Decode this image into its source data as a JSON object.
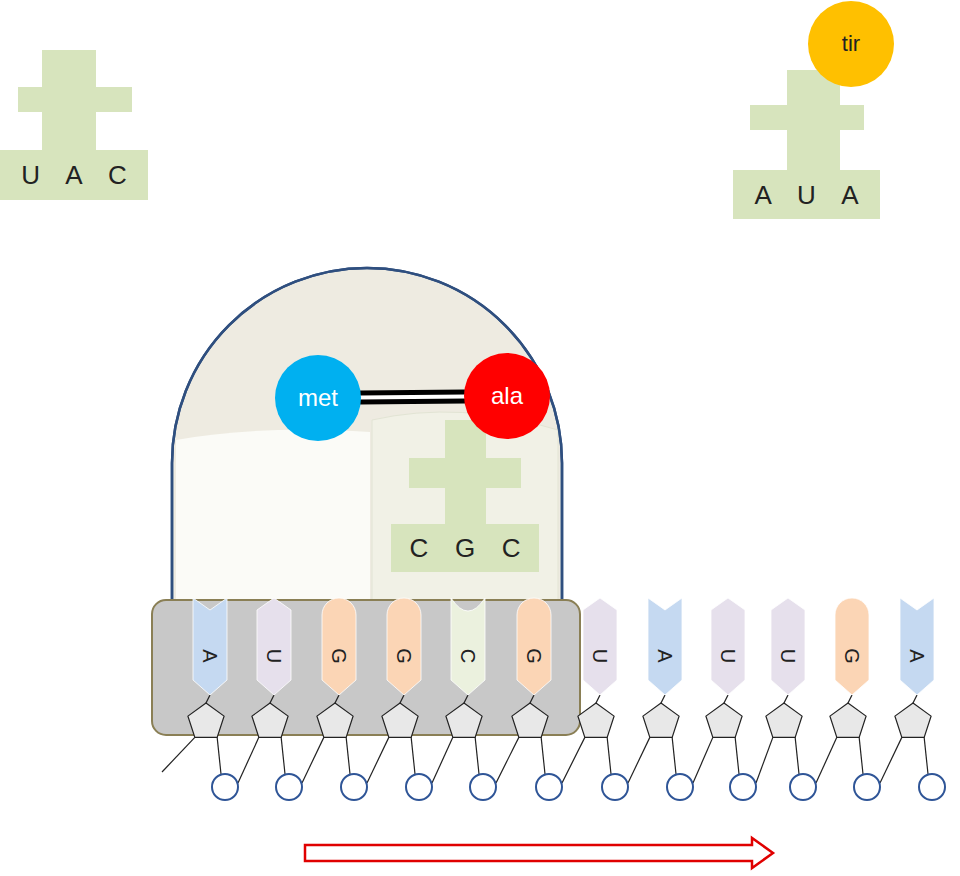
{
  "diagram": {
    "nodes": [
      {
        "text": [
          "U A C"
        ]
      },
      {
        "text": [
          "tir"
        ]
      },
      {
        "text": [
          "A U A"
        ]
      },
      {
        "text": [
          "met"
        ]
      },
      {
        "text": [
          "ala"
        ]
      },
      {
        "text": [
          "C G C"
        ]
      },
      {
        "text": [
          "A"
        ]
      },
      {
        "text": [
          "U"
        ]
      },
      {
        "text": [
          "G"
        ]
      },
      {
        "text": [
          "G"
        ]
      },
      {
        "text": [
          "C"
        ]
      },
      {
        "text": [
          "G"
        ]
      },
      {
        "text": [
          "U"
        ]
      },
      {
        "text": [
          "A"
        ]
      },
      {
        "text": [
          "U"
        ]
      },
      {
        "text": [
          "U"
        ]
      },
      {
        "text": [
          "G"
        ]
      },
      {
        "text": [
          "A"
        ]
      }
    ],
    "edges": [
      {
        "from": 3,
        "to": 4,
        "arrow": "none"
      }
    ]
  }
}
